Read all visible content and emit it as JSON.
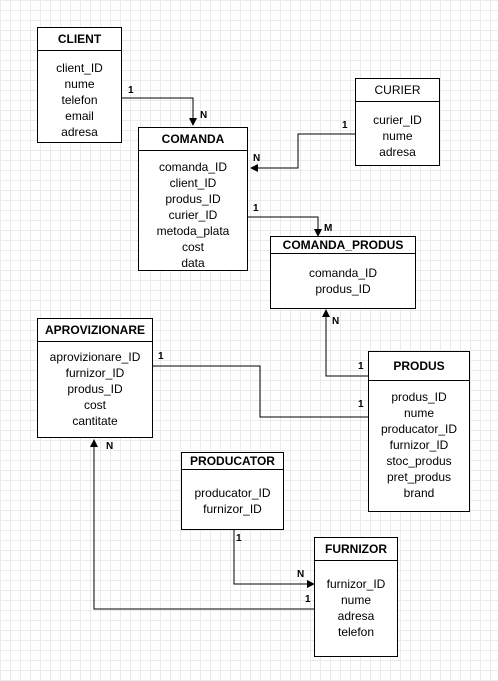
{
  "entities": {
    "client": {
      "title": "CLIENT",
      "fields": [
        "client_ID",
        "nume",
        "telefon",
        "email",
        "adresa"
      ]
    },
    "comanda": {
      "title": "COMANDA",
      "fields": [
        "comanda_ID",
        "client_ID",
        "produs_ID",
        "curier_ID",
        "metoda_plata",
        "cost",
        "data"
      ]
    },
    "curier": {
      "title": "CURIER",
      "fields": [
        "curier_ID",
        "nume",
        "adresa"
      ]
    },
    "comanda_produs": {
      "title": "COMANDA_PRODUS",
      "fields": [
        "comanda_ID",
        "produs_ID"
      ]
    },
    "aprovizionare": {
      "title": "APROVIZIONARE",
      "fields": [
        "aprovizionare_ID",
        "furnizor_ID",
        "produs_ID",
        "cost",
        "cantitate"
      ]
    },
    "produs": {
      "title": "PRODUS",
      "fields": [
        "produs_ID",
        "nume",
        "producator_ID",
        "furnizor_ID",
        "stoc_produs",
        "pret_produs",
        "brand"
      ]
    },
    "producator": {
      "title": "PRODUCATOR",
      "fields": [
        "producator_ID",
        "furnizor_ID"
      ]
    },
    "furnizor": {
      "title": "FURNIZOR",
      "fields": [
        "furnizor_ID",
        "nume",
        "adresa",
        "telefon"
      ]
    }
  },
  "cardinalities": {
    "client_comanda_one": "1",
    "client_comanda_many": "N",
    "curier_comanda_one": "1",
    "curier_comanda_many": "N",
    "comanda_cp_one": "1",
    "comanda_cp_many": "M",
    "produs_cp_one": "1",
    "produs_cp_many": "N",
    "aprov_produs_one_left": "1",
    "aprov_produs_one_right": "1",
    "producator_furnizor_one": "1",
    "producator_furnizor_many": "N",
    "furnizor_aprov_one": "1",
    "furnizor_aprov_many": "N"
  }
}
